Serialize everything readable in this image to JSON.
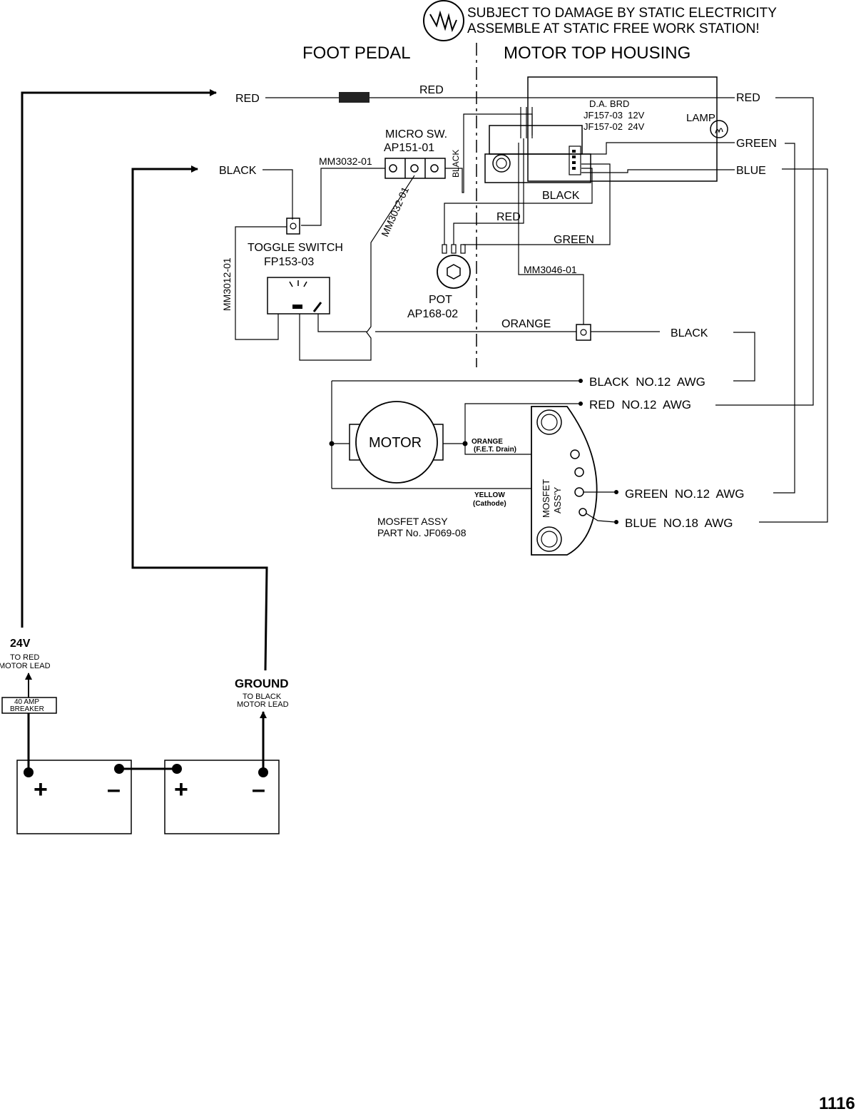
{
  "warning": {
    "line1": "SUBJECT TO DAMAGE BY STATIC ELECTRICITY",
    "line2": "ASSEMBLE AT STATIC FREE WORK STATION!"
  },
  "sections": {
    "foot_pedal": "FOOT PEDAL",
    "motor_top_housing": "MOTOR TOP HOUSING"
  },
  "wires": {
    "red_in": "RED",
    "red_mid": "RED",
    "black_in": "BLACK",
    "mm3032_a": "MM3032-01",
    "mm3032_b": "MM3032-01",
    "mm3012": "MM3012-01",
    "black_vertical": "BLACK",
    "board_black": "BLACK",
    "board_red": "RED",
    "board_green": "GREEN",
    "orange": "ORANGE",
    "mm3046": "MM3046-01",
    "black_out": "BLACK",
    "red_out": "RED",
    "green_out": "GREEN",
    "blue_out": "BLUE"
  },
  "components": {
    "micro_sw_l1": "MICRO SW.",
    "micro_sw_l2": "AP151-01",
    "toggle_l1": "TOGGLE SWITCH",
    "toggle_l2": "FP153-03",
    "pot_l1": "POT",
    "pot_l2": "AP168-02",
    "da_brd_l1": "D.A. BRD",
    "da_brd_l2": "JF157-03  12V",
    "da_brd_l3": "JF157-02  24V",
    "lamp": "LAMP",
    "motor": "MOTOR",
    "mosfet_l1": "MOSFET",
    "mosfet_l2": "ASS'Y",
    "mosfet_assy_l1": "MOSFET ASSY",
    "mosfet_assy_l2": "PART No. JF069-08"
  },
  "leads": {
    "black12": "BLACK  NO.12  AWG",
    "red12": "RED  NO.12  AWG",
    "green12": "GREEN  NO.12  AWG",
    "blue18": "BLUE  NO.18  AWG",
    "orange_drain_l1": "ORANGE",
    "orange_drain_l2": "(F.E.T. Drain)",
    "yellow_l1": "YELLOW",
    "yellow_l2": "(Cathode)"
  },
  "battery": {
    "voltage": "24V",
    "to_red_l1": "TO RED",
    "to_red_l2": "MOTOR LEAD",
    "breaker_l1": "40 AMP",
    "breaker_l2": "BREAKER",
    "ground": "GROUND",
    "to_black_l1": "TO BLACK",
    "to_black_l2": "MOTOR LEAD",
    "plus": "+",
    "minus": "–"
  },
  "page_number": "1116"
}
